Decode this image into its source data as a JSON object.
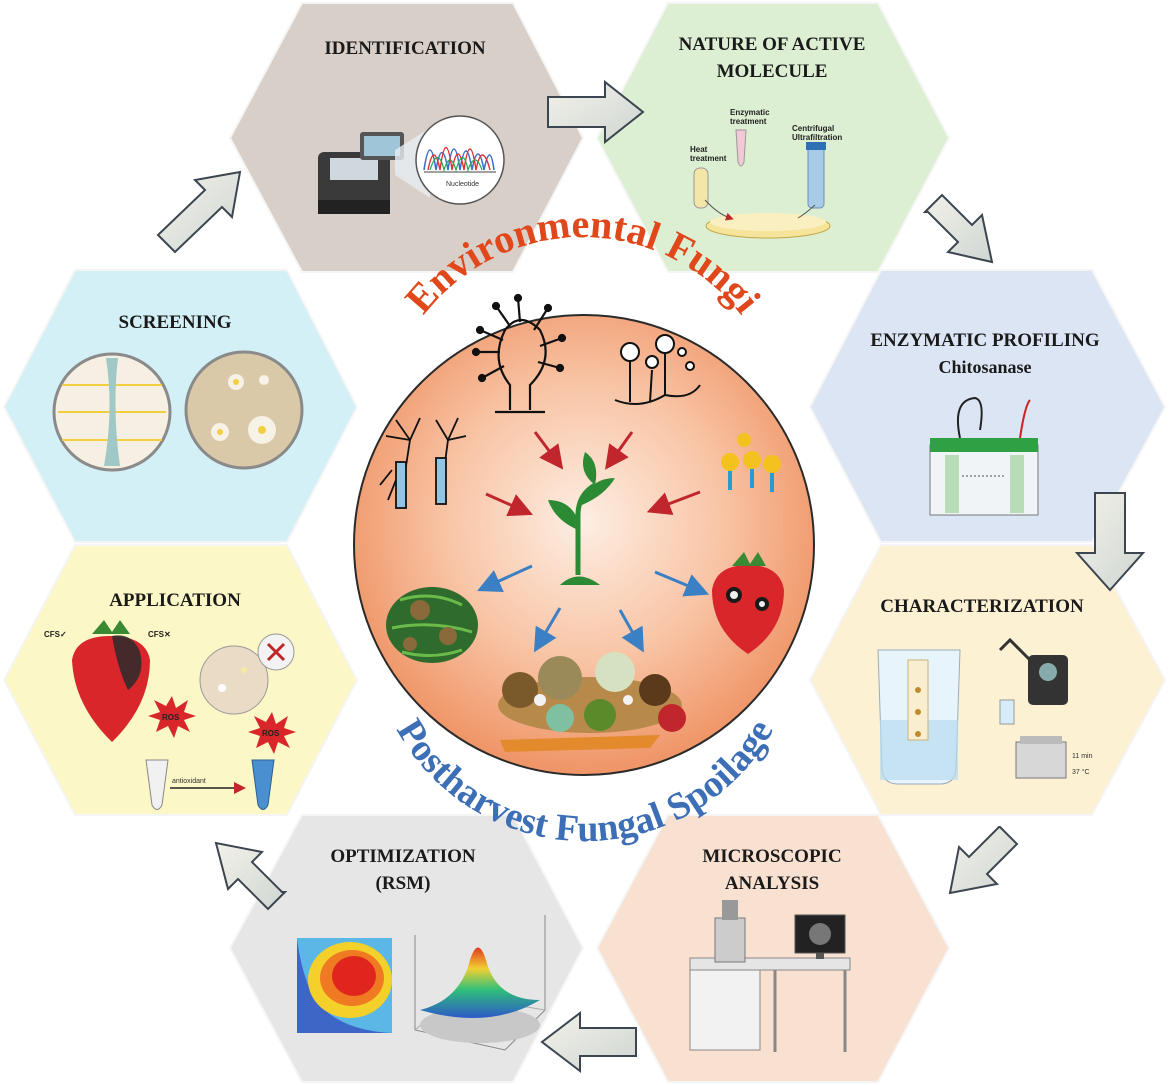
{
  "center": {
    "top_label": "Environmental Fungi",
    "bottom_label": "Postharvest Fungal Spoilage"
  },
  "stages": {
    "identification": {
      "title": "IDENTIFICATION",
      "detail": "Nucleotide"
    },
    "nature": {
      "title_line1": "NATURE OF ACTIVE",
      "title_line2": "MOLECULE",
      "enzymatic_1": "Enzymatic",
      "enzymatic_2": "treatment",
      "heat_1": "Heat",
      "heat_2": "treatment",
      "centrifugal_1": "Centrifugal",
      "centrifugal_2": "Ultrafiltration"
    },
    "enzymatic": {
      "title": "ENZYMATIC PROFILING",
      "subtitle": "Chitosanase"
    },
    "characterization": {
      "title": "CHARACTERIZATION",
      "time": "11 min",
      "temp": "37 °C"
    },
    "microscopic": {
      "title_line1": "MICROSCOPIC",
      "title_line2": "ANALYSIS"
    },
    "optimization": {
      "title_line1": "OPTIMIZATION",
      "title_line2": "(RSM)"
    },
    "application": {
      "title": "APPLICATION",
      "cfs_pos": "CFS✓",
      "cfs_neg": "CFS✕",
      "ros": "ROS",
      "antioxidant": "antioxidant"
    },
    "screening": {
      "title": "SCREENING"
    }
  },
  "colors": {
    "identification": "#d8cfc8",
    "nature": "#dcefd2",
    "enzymatic": "#dbe5f4",
    "characterization": "#fdf1d3",
    "microscopic": "#f9e1d2",
    "optimization": "#e6e6e6",
    "application": "#fbf7c6",
    "screening": "#d3f0f6",
    "center_inner": "#fde6d8",
    "center_outer": "#f2a27d",
    "arrow_in": "#c0262c",
    "arrow_out": "#3b7fc4"
  }
}
